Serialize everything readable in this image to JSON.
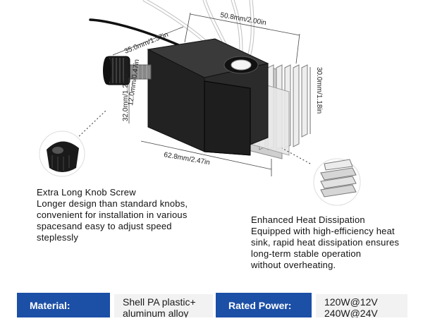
{
  "dimensions": {
    "length": "50.8mm/2.00in",
    "height": "30.0mm/1.18in",
    "depth": "35.0mm/1.37in",
    "shaft": "12.0mm/0.47in",
    "body": "32.0mm/1.26in",
    "width": "62.8mm/2.47in"
  },
  "knob_feature": {
    "title": "Extra Long Knob Screw",
    "lines": [
      "Longer design than standard knobs,",
      "convenient for installation in various",
      "spacesand easy to adjust speed",
      "steplessly"
    ]
  },
  "heat_feature": {
    "title": "Enhanced Heat Dissipation",
    "lines": [
      "Equipped with high-efficiency heat",
      "sink, rapid heat dissipation ensures",
      "long-term stable operation",
      "without overheating."
    ]
  },
  "specs": {
    "material_label": "Material:",
    "material_value": [
      "Shell PA plastic+",
      "aluminum alloy"
    ],
    "power_label": "Rated Power:",
    "power_value": [
      "120W@12V",
      "240W@24V"
    ]
  },
  "colors": {
    "accent": "#1c4fa6",
    "housing": "#2b2b2b",
    "heatsink": "#d9d9d9"
  }
}
